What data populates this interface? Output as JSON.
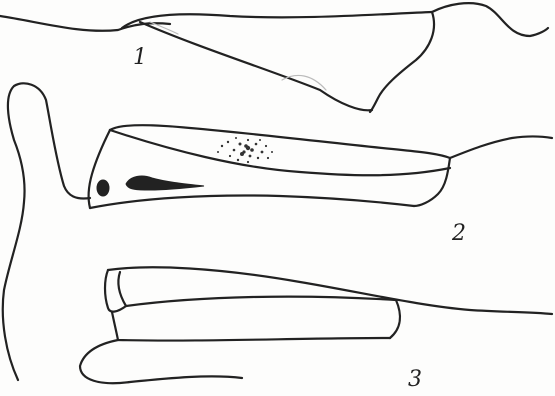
{
  "labels": {
    "cell_1": "1",
    "cell_2": "2",
    "cell_3": "3"
  },
  "colors": {
    "ink": "#222222",
    "paper": "#fdfdfc",
    "faint_ink": "#bbbbbb"
  }
}
